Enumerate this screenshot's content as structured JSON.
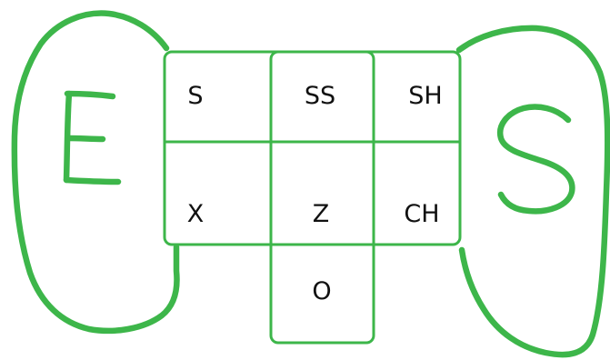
{
  "diagram": {
    "accent_color": "#3db64a",
    "text_color": "#111111",
    "left_letter": "E",
    "right_letter": "S",
    "grid": {
      "top_row": [
        "S",
        "SS",
        "SH"
      ],
      "middle_row": [
        "X",
        "Z",
        "CH"
      ],
      "bottom_cell": "O"
    }
  }
}
